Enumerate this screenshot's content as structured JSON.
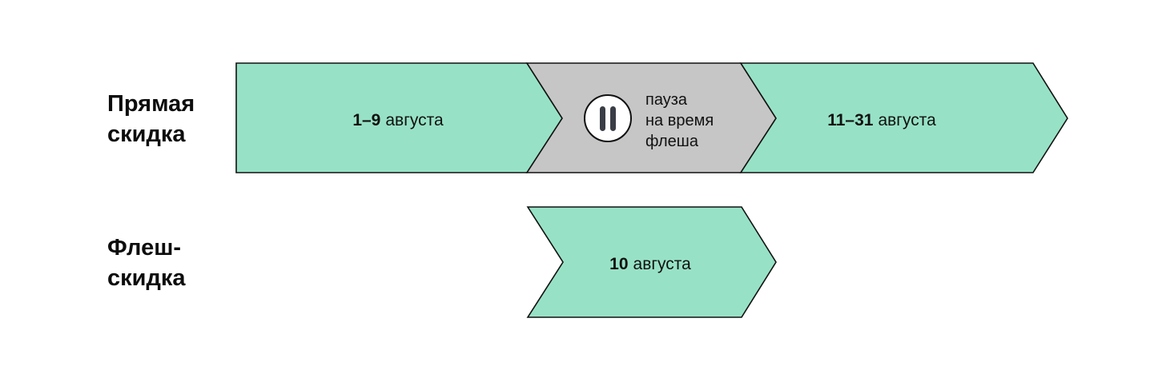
{
  "colors": {
    "active_segment": "#97e2c6",
    "paused_segment": "#c6c6c6",
    "outline": "#111111",
    "pause_icon_bg": "#ffffff",
    "pause_icon_bars": "#3a3d45"
  },
  "rows": {
    "direct": {
      "label_line1": "Прямая",
      "label_line2": "скидка"
    },
    "flash": {
      "label_line1": "Флеш-",
      "label_line2": "скидка"
    }
  },
  "segments": {
    "direct_first": {
      "number": "1–9",
      "unit": "августа"
    },
    "pause": {
      "icon": "pause-icon",
      "line1": "пауза",
      "line2": "на время",
      "line3": "флеша"
    },
    "direct_second": {
      "number": "11–31",
      "unit": "августа"
    },
    "flash": {
      "number": "10",
      "unit": "августа"
    }
  }
}
